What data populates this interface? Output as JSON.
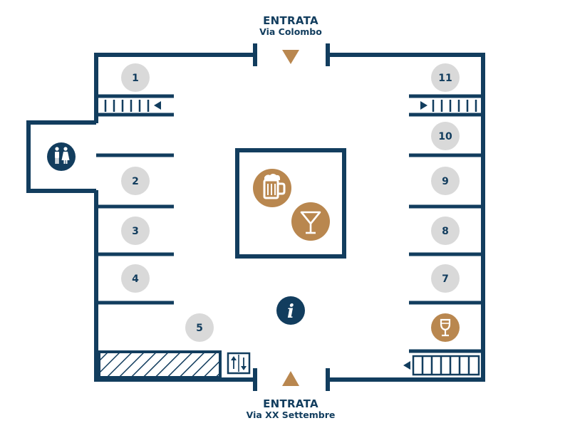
{
  "entrances": {
    "top": {
      "title": "ENTRATA",
      "street": "Via Colombo"
    },
    "bottom": {
      "title": "ENTRATA",
      "street": "Via XX Settembre"
    }
  },
  "stalls": [
    "1",
    "2",
    "3",
    "4",
    "5",
    "7",
    "8",
    "9",
    "10",
    "11"
  ],
  "icons": {
    "restroom": "restroom-icon",
    "beer": "beer-mug-icon",
    "cocktail": "cocktail-glass-icon",
    "info": "info-icon",
    "wine": "wine-glass-icon",
    "elevator": "elevator-icon",
    "stairs": "stairs-icon",
    "entrance_arrow": "triangle-arrow-icon"
  },
  "colors": {
    "wall": "#123d5e",
    "stall_badge": "#d9d9d9",
    "food_drink": "#b9874f",
    "info": "#123d5e",
    "text": "#123d5e"
  }
}
